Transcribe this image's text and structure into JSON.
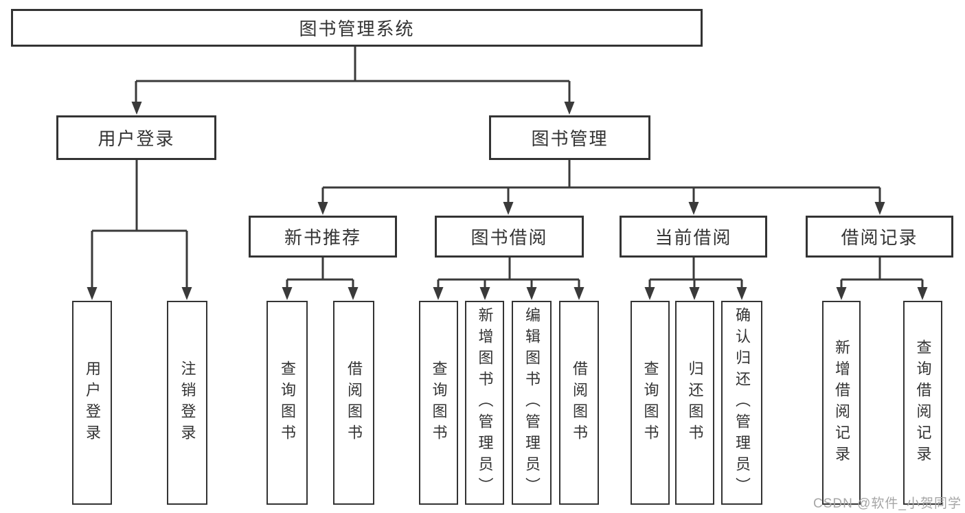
{
  "tree": {
    "label": "图书管理系统",
    "children": [
      {
        "label": "用户登录",
        "children": [
          {
            "label": "用户登录"
          },
          {
            "label": "注销登录"
          }
        ]
      },
      {
        "label": "图书管理",
        "children": [
          {
            "label": "新书推荐",
            "children": [
              {
                "label": "查询图书"
              },
              {
                "label": "借阅图书"
              }
            ]
          },
          {
            "label": "图书借阅",
            "children": [
              {
                "label": "查询图书"
              },
              {
                "label": "新增图书（管理员）"
              },
              {
                "label": "编辑图书（管理员）"
              },
              {
                "label": "借阅图书"
              }
            ]
          },
          {
            "label": "当前借阅",
            "children": [
              {
                "label": "查询图书"
              },
              {
                "label": "归还图书"
              },
              {
                "label": "确认归还（管理员）"
              }
            ]
          },
          {
            "label": "借阅记录",
            "children": [
              {
                "label": "新增借阅记录"
              },
              {
                "label": "查询借阅记录"
              }
            ]
          }
        ]
      }
    ]
  },
  "watermark": {
    "text": "CSDN @软件_小贺同学"
  },
  "colors": {
    "line": "#3a3a3a",
    "box_border": "#333333",
    "box_fill": "#ffffff",
    "text": "#333333",
    "watermark": "#a6a6a6",
    "background": "#ffffff"
  }
}
